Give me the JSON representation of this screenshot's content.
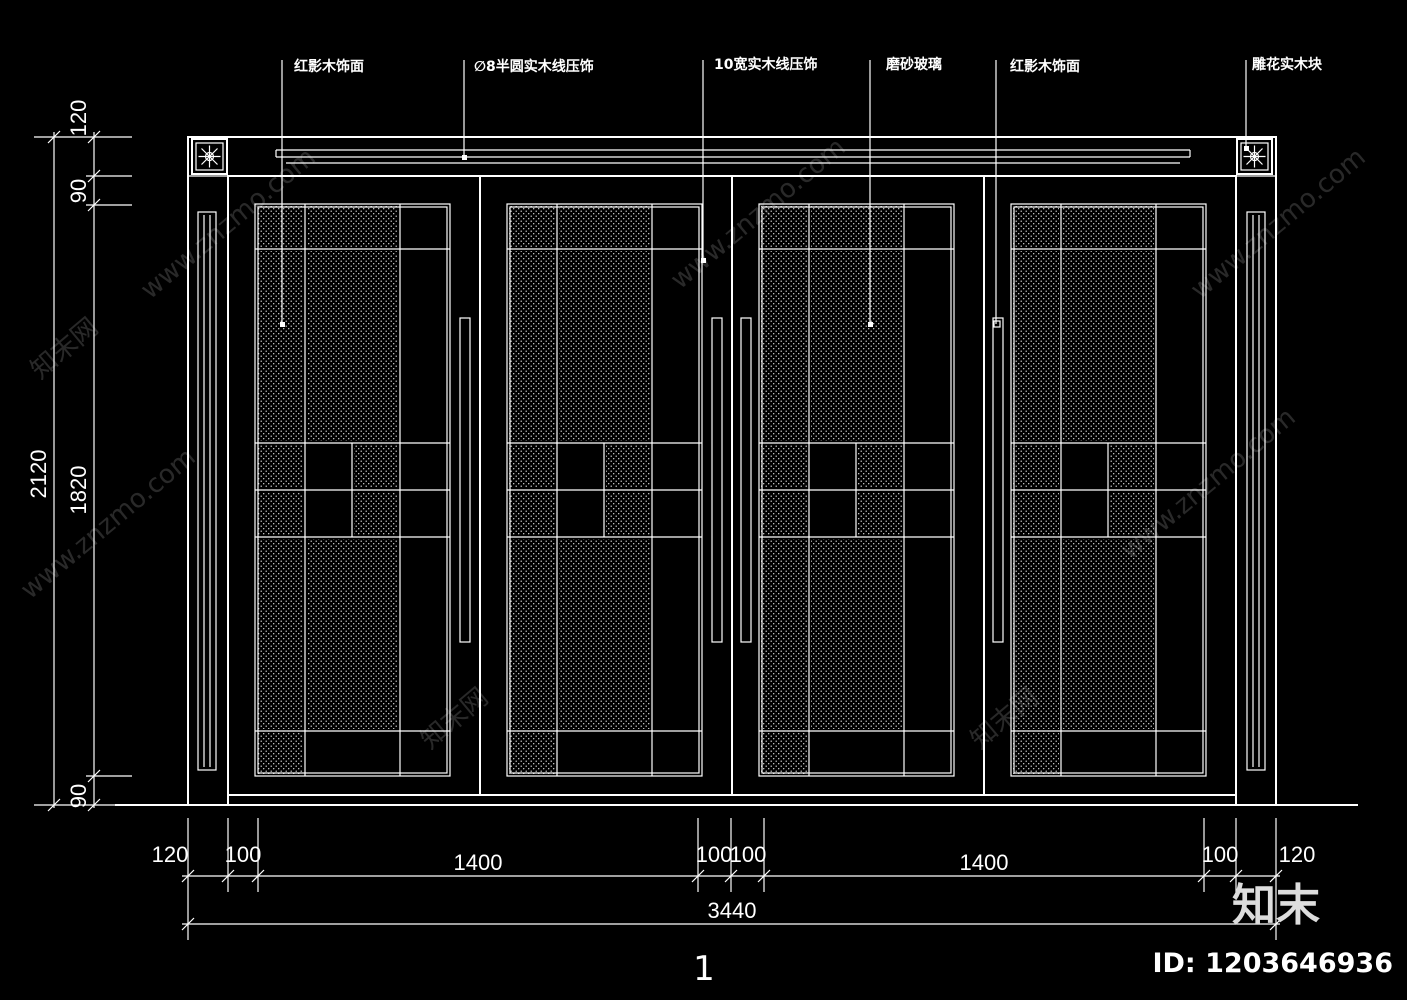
{
  "annotations": [
    {
      "id": "red-veneer-left",
      "text": "红影木饰面"
    },
    {
      "id": "half-round-molding",
      "text": "∅8半圆实木线压饰"
    },
    {
      "id": "solid-wood-trim",
      "text": "10宽实木线压饰"
    },
    {
      "id": "frosted-glass",
      "text": "磨砂玻璃"
    },
    {
      "id": "red-veneer-right",
      "text": "红影木饰面"
    },
    {
      "id": "carved-block",
      "text": "雕花实木块"
    }
  ],
  "dimensions": {
    "vertical": {
      "overall": "2120",
      "top_header": "120",
      "header_band": "90",
      "door_height": "1820",
      "bottom_band": "90"
    },
    "horizontal": {
      "left_pilaster": "120",
      "left_frame": "100",
      "left_leaf_pair": "1400",
      "center_frame_a": "100",
      "center_frame_b": "100",
      "right_leaf_pair": "1400",
      "right_frame": "100",
      "right_pilaster": "120",
      "overall": "3440"
    }
  },
  "drawing_number": "1",
  "watermark": {
    "site": "www.znzmo.com",
    "brand_cn": "知末网",
    "logo": "知末",
    "id_label": "ID: 1203646936"
  },
  "colors": {
    "background": "#000000",
    "linework": "#ffffff"
  }
}
